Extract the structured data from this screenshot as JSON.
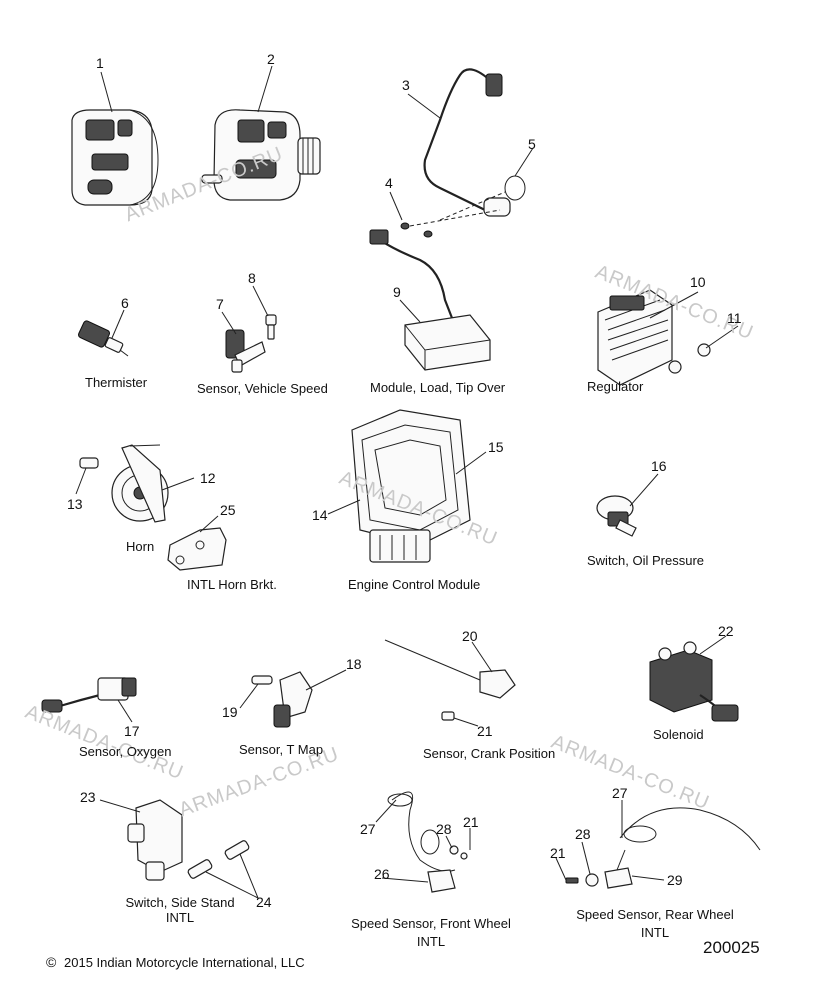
{
  "watermarks": [
    "ARMADA-CO.RU",
    "ARMADA-CO.RU",
    "ARMADA-CO.RU",
    "ARMADA-CO.RU",
    "ARMADA-CO.RU",
    "ARMADA-CO.RU"
  ],
  "callouts": {
    "n1": "1",
    "n2": "2",
    "n3": "3",
    "n4": "4",
    "n5": "5",
    "n6": "6",
    "n7": "7",
    "n8": "8",
    "n9": "9",
    "n10": "10",
    "n11": "11",
    "n12": "12",
    "n13": "13",
    "n14": "14",
    "n15": "15",
    "n16": "16",
    "n17": "17",
    "n18": "18",
    "n19": "19",
    "n20": "20",
    "n21a": "21",
    "n21b": "21",
    "n21c": "21",
    "n22": "22",
    "n23": "23",
    "n24": "24",
    "n25": "25",
    "n26": "26",
    "n27a": "27",
    "n27b": "27",
    "n28a": "28",
    "n28b": "28",
    "n29": "29"
  },
  "labels": {
    "thermister": "Thermister",
    "vehicle_speed_sensor": "Sensor, Vehicle Speed",
    "tip_over_module": "Module, Load, Tip Over",
    "regulator": "Regulator",
    "horn": "Horn",
    "horn_bracket": "INTL Horn Brkt.",
    "engine_control_module": "Engine Control Module",
    "oil_pressure_switch": "Switch, Oil Pressure",
    "oxygen_sensor": "Sensor, Oxygen",
    "t_map_sensor": "Sensor, T Map",
    "crank_position_sensor": "Sensor, Crank Position",
    "solenoid": "Solenoid",
    "side_stand_switch": "Switch, Side Stand",
    "side_stand_intl": "INTL",
    "front_wheel_speed_sensor": "Speed Sensor, Front Wheel",
    "front_wheel_intl": "INTL",
    "rear_wheel_speed_sensor": "Speed Sensor, Rear Wheel",
    "rear_wheel_intl": "INTL"
  },
  "footer": {
    "copyright_symbol": "©",
    "copyright_text": "2015 Indian Motorcycle International, LLC",
    "diagram_number": "200025"
  }
}
